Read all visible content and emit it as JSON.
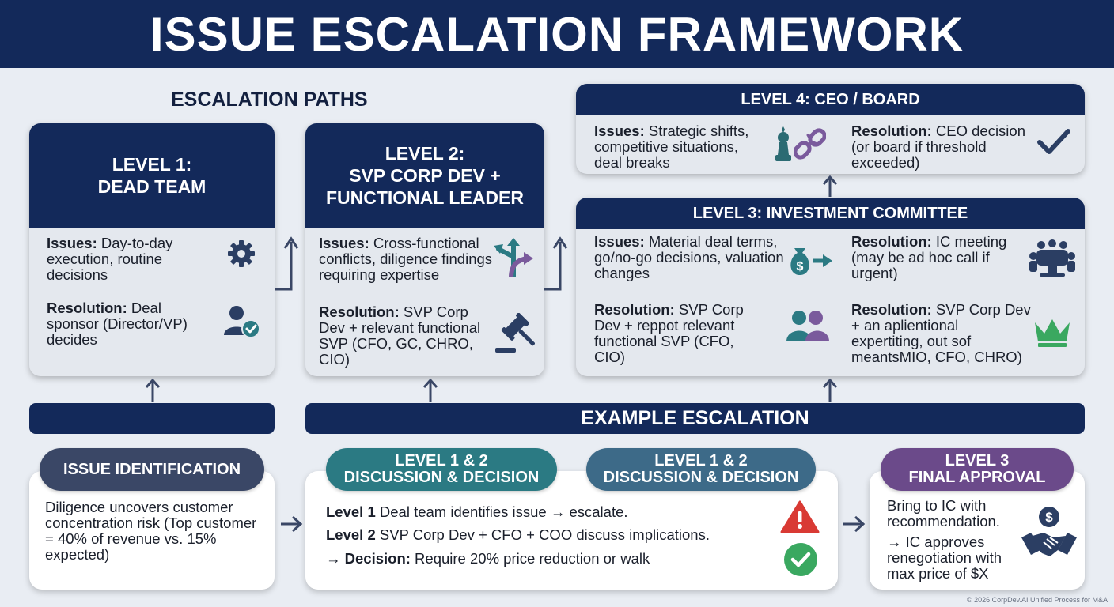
{
  "header": {
    "title": "ISSUE ESCALATION FRAMEWORK"
  },
  "paths": {
    "title": "ESCALATION PATHS",
    "level1": {
      "title_line1": "LEVEL 1:",
      "title_line2": "DEAD TEAM",
      "issues_label": "Issues:",
      "issues_text": " Day-to-day execution, routine decisions",
      "resolution_label": "Resolution:",
      "resolution_text": " Deal sponsor (Director/VP) decides"
    },
    "level2": {
      "title_line1": "LEVEL 2:",
      "title_line2": "SVP CORP DEV +",
      "title_line3": "FUNCTIONAL LEADER",
      "issues_label": "Issues:",
      "issues_text": " Cross-functional conflicts, diligence findings requiring expertise",
      "resolution_label": "Resolution:",
      "resolution_text": " SVP Corp Dev + relevant functional SVP (CFO, GC, CHRO, CIO)"
    },
    "level3": {
      "title": "LEVEL 3: INVESTMENT COMMITTEE",
      "issues_label": "Issues:",
      "issues_text": " Material deal terms, go/no-go decisions, valuation changes",
      "res1_label": "Resolution:",
      "res1_text": " IC meeting (may be ad hoc call if urgent)",
      "res2_label": "Resolution:",
      "res2_text": " SVP Corp Dev + reppot relevant functional SVP (CFO, CIO)",
      "res3_label": "Resolution:",
      "res3_text": " SVP Corp Dev + an aplientional expertiting, out sof meantsMIO, CFO, CHRO)"
    },
    "level4": {
      "title": "LEVEL 4: CEO / BOARD",
      "issues_label": "Issues:",
      "issues_text": " Strategic shifts, competitive situations, deal breaks",
      "resolution_label": "Resolution:",
      "resolution_text": " CEO decision (or board if threshold exceeded)"
    }
  },
  "example": {
    "title": "EXAMPLE ESCALATION",
    "step1": {
      "pill": "ISSUE IDENTIFICATION",
      "text": "Diligence uncovers customer concentration risk (Top customer = 40% of revenue vs. 15% expected)"
    },
    "step2": {
      "pill_a_line1": "LEVEL 1 & 2",
      "pill_a_line2": "DISCUSSION & DECISION",
      "pill_b_line1": "LEVEL 1 & 2",
      "pill_b_line2": "DISCUSSION & DECISION",
      "line1_label": "Level 1",
      "line1_text": " Deal team identifies issue → escalate.",
      "line2_label": "Level 2",
      "line2_text": " SVP Corp Dev + CFO + COO discuss implications.",
      "line3_arrow": "→ ",
      "line3_label": "Decision:",
      "line3_text": " Require 20% price reduction or walk"
    },
    "step3": {
      "pill_line1": "LEVEL 3",
      "pill_line2": "FINAL APPROVAL",
      "text1": "Bring to IC with recommendation.",
      "text2": "→ IC approves renegotiation with max price of $X"
    }
  },
  "footer": {
    "text": "© 2026 CorpDev.AI Unified Process for M&A"
  },
  "colors": {
    "navy": "#13295a",
    "teal": "#2b7a83",
    "slate_blue": "#3d6a88",
    "purple": "#6b4a8a",
    "pill_dark": "#3a4766",
    "icon_navy": "#2b3e63",
    "icon_teal": "#2b7a83",
    "icon_purple": "#7a5a9c",
    "icon_green": "#3aa860",
    "alert_red": "#d93a34"
  }
}
